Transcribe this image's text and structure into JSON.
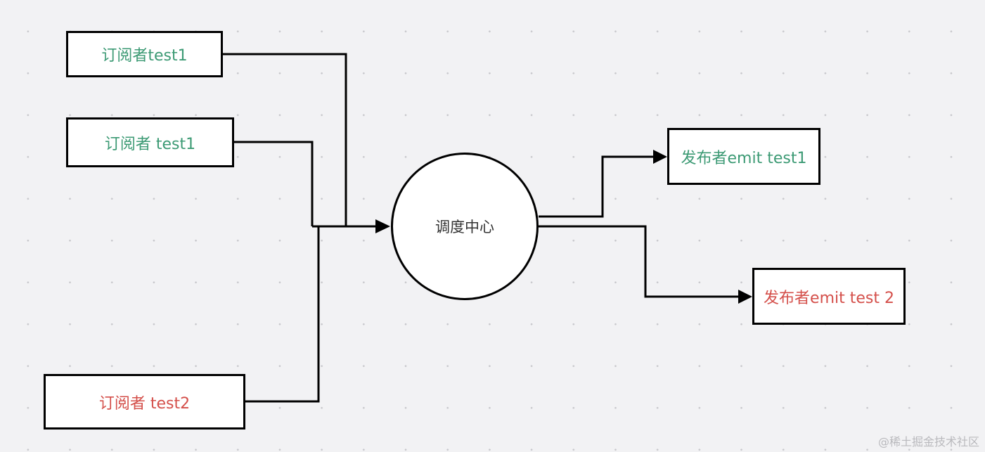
{
  "diagram": {
    "title": "",
    "hub": {
      "label": "调度中心"
    },
    "subscribers": [
      {
        "label": "订阅者test1",
        "color": "#3c9a74"
      },
      {
        "label": "订阅者 test1",
        "color": "#3c9a74"
      },
      {
        "label": "订阅者 test2",
        "color": "#d44f4a"
      }
    ],
    "publishers": [
      {
        "label": "发布者emit test1",
        "color": "#3c9a74"
      },
      {
        "label": "发布者emit test 2",
        "color": "#d44f4a"
      }
    ],
    "edges": [
      {
        "from": "订阅者test1",
        "to": "调度中心"
      },
      {
        "from": "订阅者 test1",
        "to": "调度中心"
      },
      {
        "from": "订阅者 test2",
        "to": "调度中心"
      },
      {
        "from": "调度中心",
        "to": "发布者emit test1"
      },
      {
        "from": "调度中心",
        "to": "发布者emit test 2"
      }
    ]
  },
  "watermark": "@稀土掘金技术社区"
}
